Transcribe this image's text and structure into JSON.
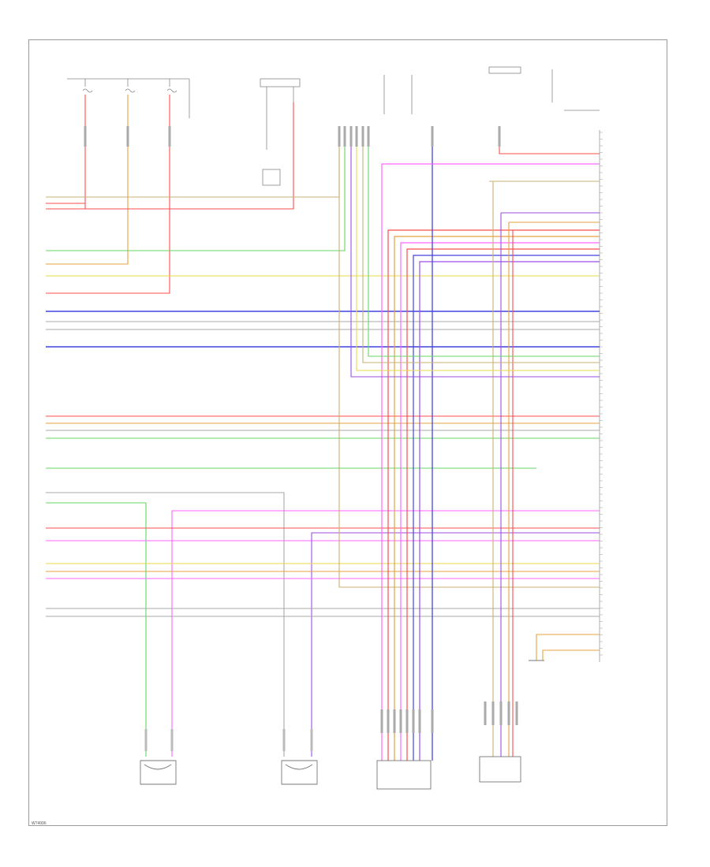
{
  "diagram": {
    "footer_code": "W74996",
    "colors": {
      "red": "#ff4d4d",
      "orange": "#e6a040",
      "yellow": "#e8d84a",
      "green": "#66d466",
      "blue": "#4444e0",
      "violet": "#9b4de6",
      "pink": "#ff66ff",
      "grey": "#a8a8a8",
      "tan": "#c8b070"
    },
    "components": [
      {
        "id": "fuse-1",
        "icon": "fuse-icon"
      },
      {
        "id": "fuse-2",
        "icon": "fuse-icon"
      },
      {
        "id": "fuse-3",
        "icon": "fuse-icon"
      },
      {
        "id": "relay-top",
        "icon": "relay-icon"
      },
      {
        "id": "module-right",
        "icon": "connector-icon"
      },
      {
        "id": "sensor-left-1",
        "icon": "sensor-icon"
      },
      {
        "id": "sensor-left-2",
        "icon": "sensor-icon"
      },
      {
        "id": "module-bottom-1",
        "icon": "switch-icon"
      },
      {
        "id": "module-bottom-2",
        "icon": "switch-icon"
      }
    ]
  }
}
